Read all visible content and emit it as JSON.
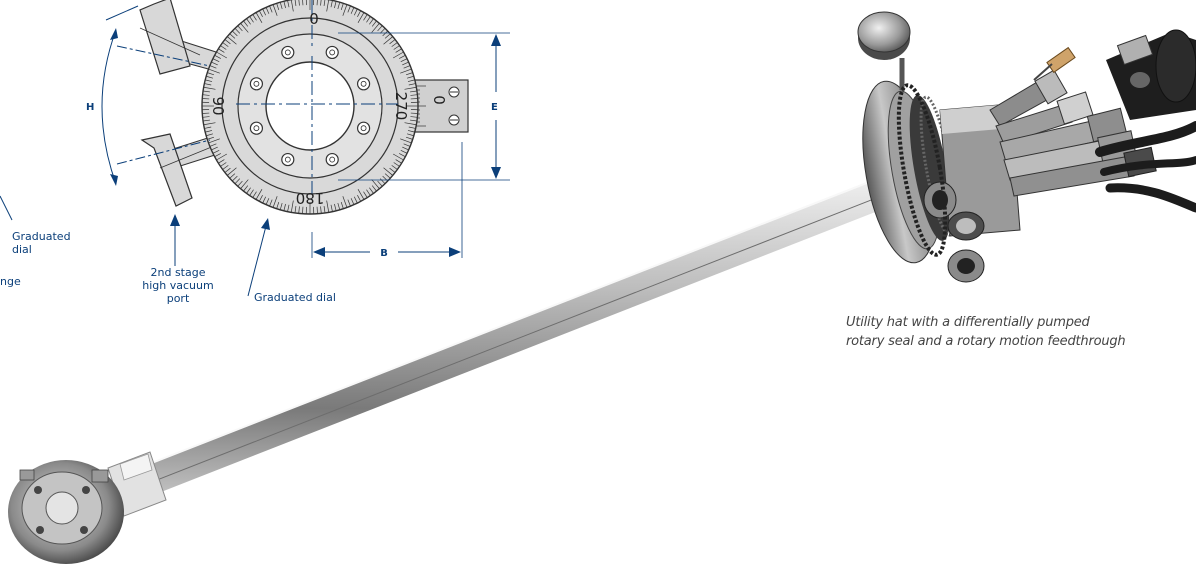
{
  "diagram": {
    "labels": {
      "graduated_dial_left_line1": "Graduated",
      "graduated_dial_left_line2": "dial",
      "flange_fragment": "nge",
      "port_line1": "2nd stage",
      "port_line2": "high vacuum",
      "port_line3": "port",
      "graduated_dial_bottom": "Graduated dial",
      "dim_h": "H",
      "dim_e": "E",
      "dim_b": "B"
    },
    "dial_numbers": {
      "top": "0",
      "left": "90",
      "right": "270",
      "bottom": "180",
      "vernier_zero": "0"
    }
  },
  "photo": {
    "caption_line1": "Utility hat with a differentially pumped",
    "caption_line2": "rotary seal and a rotary motion feedthrough"
  },
  "colors": {
    "annotation": "#0b3f7a",
    "dial_fill": "#d9d9d9",
    "metal": "#a9a9a9"
  }
}
